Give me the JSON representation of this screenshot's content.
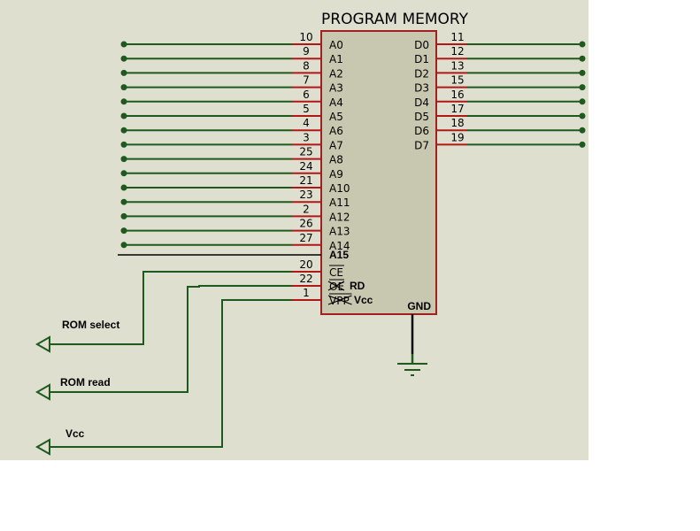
{
  "chip": {
    "title": "PROGRAM MEMORY",
    "left_pins": [
      {
        "label": "A0",
        "num": "10"
      },
      {
        "label": "A1",
        "num": "9"
      },
      {
        "label": "A2",
        "num": "8"
      },
      {
        "label": "A3",
        "num": "7"
      },
      {
        "label": "A4",
        "num": "6"
      },
      {
        "label": "A5",
        "num": "5"
      },
      {
        "label": "A6",
        "num": "4"
      },
      {
        "label": "A7",
        "num": "3"
      },
      {
        "label": "A8",
        "num": "25"
      },
      {
        "label": "A9",
        "num": "24"
      },
      {
        "label": "A10",
        "num": "21"
      },
      {
        "label": "A11",
        "num": "23"
      },
      {
        "label": "A12",
        "num": "2"
      },
      {
        "label": "A13",
        "num": "26"
      },
      {
        "label": "A14",
        "num": "27"
      }
    ],
    "a15_label": "A15",
    "control_pins": [
      {
        "label": "CE",
        "num": "20",
        "extra": ""
      },
      {
        "label": "OE",
        "num": "22",
        "extra": "RD"
      },
      {
        "label": "VPP",
        "num": "1",
        "extra": "Vcc"
      }
    ],
    "right_pins": [
      {
        "label": "D0",
        "num": "11"
      },
      {
        "label": "D1",
        "num": "12"
      },
      {
        "label": "D2",
        "num": "13"
      },
      {
        "label": "D3",
        "num": "15"
      },
      {
        "label": "D4",
        "num": "16"
      },
      {
        "label": "D5",
        "num": "17"
      },
      {
        "label": "D6",
        "num": "18"
      },
      {
        "label": "D7",
        "num": "19"
      }
    ],
    "gnd_label": "GND"
  },
  "terminals": [
    {
      "label": "ROM select"
    },
    {
      "label": "ROM read"
    },
    {
      "label": "Vcc"
    }
  ],
  "colors": {
    "background": "#dfdfd0",
    "chip_fill": "#c8c8b0",
    "chip_border": "#a02020",
    "pin": "#b01818",
    "wire": "#1e5a1e"
  }
}
